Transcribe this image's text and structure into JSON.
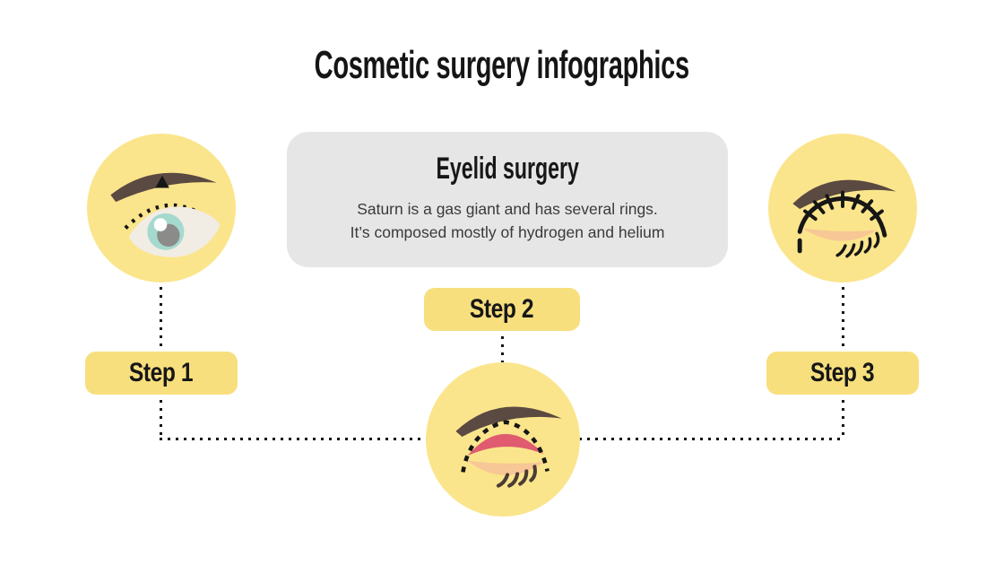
{
  "page": {
    "title": "Cosmetic surgery infographics"
  },
  "card": {
    "heading": "Eyelid surgery",
    "body_line1": "Saturn is a gas giant and has several rings.",
    "body_line2": "It’s composed mostly of hydrogen and helium"
  },
  "steps": [
    {
      "label": "Step 1",
      "icon": "eye-open-incision-icon"
    },
    {
      "label": "Step 2",
      "icon": "eye-incision-open-icon"
    },
    {
      "label": "Step 3",
      "icon": "eye-sutured-icon"
    }
  ],
  "colors": {
    "circle_yellow": "#fbe58c",
    "button_yellow": "#f8df7e",
    "card_gray": "#e7e6e6",
    "line_black": "#161616",
    "eyebrow_brown": "#5b4a41",
    "eye_white": "#f1ece4",
    "iris_teal": "#a5d9ce",
    "pupil_gray": "#8b8b89",
    "highlight_white": "#ffffff",
    "incision_pink": "#e05b70",
    "eyelid_peach": "#f7c795",
    "lash_brown": "#4a3b34"
  }
}
